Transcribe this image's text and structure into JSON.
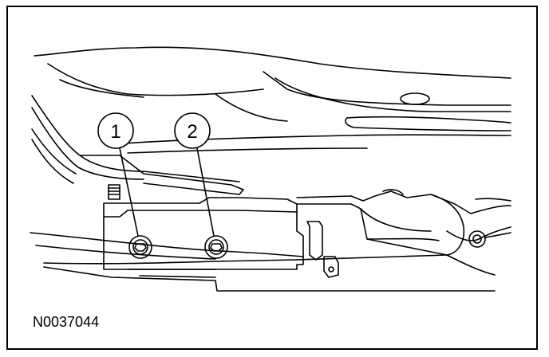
{
  "figure": {
    "id_label": "N0037044",
    "callouts": [
      {
        "number": "1",
        "target": "bolt"
      },
      {
        "number": "2",
        "target": "bolt"
      }
    ],
    "colors": {
      "line": "#000000",
      "background": "#ffffff"
    }
  }
}
